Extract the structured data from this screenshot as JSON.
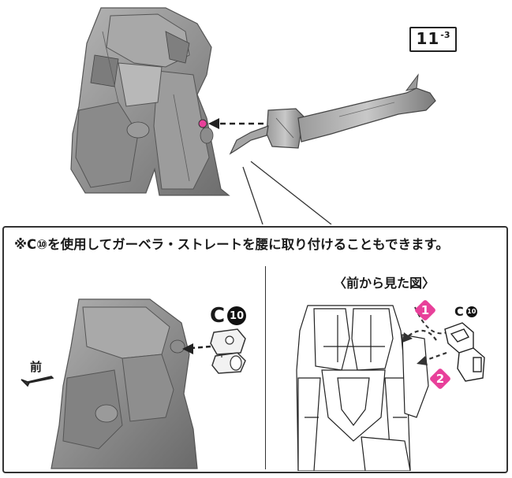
{
  "part_tag": {
    "number": "11",
    "sub": "-3"
  },
  "note": "※C⑩を使用してガーベラ・ストレートを腰に取り付けることもできます。",
  "left_inset": {
    "front_label": "前",
    "part_letter": "C",
    "part_number": "10"
  },
  "right_inset": {
    "title": "〈前から見た図〉",
    "part_letter": "C",
    "part_number": "10",
    "steps": [
      "1",
      "2"
    ]
  },
  "colors": {
    "accent_pink": "#e8409a",
    "model_gray": "#8f8f8f",
    "line": "#222222"
  },
  "icons": [
    "dashed-arrow-icon",
    "front-direction-arrow-icon",
    "connection-peg-icon"
  ]
}
